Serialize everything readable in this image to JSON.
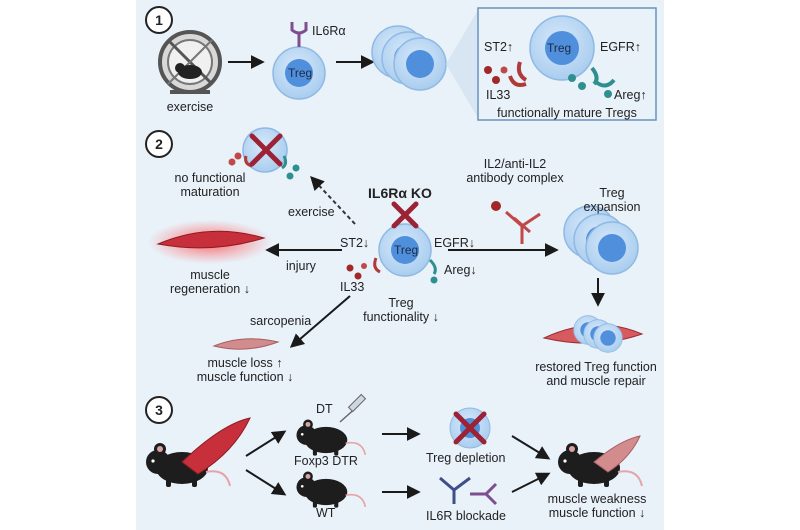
{
  "panels": {
    "one": "1",
    "two": "2",
    "three": "3"
  },
  "panel1": {
    "receptor": "IL6Rα",
    "treg": "Treg",
    "exercise": "exercise",
    "st2": "ST2↑",
    "egfr": "EGFR↑",
    "inset_treg": "Treg",
    "il33": "IL33",
    "areg": "Areg↑",
    "caption": "functionally mature Tregs"
  },
  "panel2": {
    "no_maturation": "no functional\nmaturation",
    "exercise": "exercise",
    "ko": "IL6Rα KO",
    "complex": "IL2/anti-IL2\nantibody complex",
    "expansion": "Treg\nexpansion",
    "st2": "ST2↓",
    "treg": "Treg",
    "egfr": "EGFR↓",
    "injury": "injury",
    "areg": "Areg↓",
    "il33": "IL33",
    "regen": "muscle\nregeneration ↓",
    "functionality": "Treg\nfunctionality ↓",
    "sarcopenia": "sarcopenia",
    "loss": "muscle loss ↑\nmuscle function ↓",
    "restored": "restored Treg function\nand muscle repair"
  },
  "panel3": {
    "dt": "DT",
    "foxp3": "Foxp3 DTR",
    "wt": "WT",
    "depletion": "Treg depletion",
    "blockade": "IL6R blockade",
    "weakness": "muscle weakness\nmuscle function ↓"
  },
  "colors": {
    "background": "#e9f1f9",
    "treg_cell": "#a9cdef",
    "treg_nucleus": "#4f8fdc",
    "red_cross": "#9b2335",
    "receptor_purple": "#7d4f8f",
    "st2_red": "#b03a3a",
    "egfr_teal": "#2e8f8f",
    "muscle_red": "#c7303a"
  },
  "icons": [
    "running-wheel-icon",
    "mouse-icon",
    "syringe-icon",
    "antibody-icon",
    "muscle-icon",
    "red-cross-icon"
  ]
}
